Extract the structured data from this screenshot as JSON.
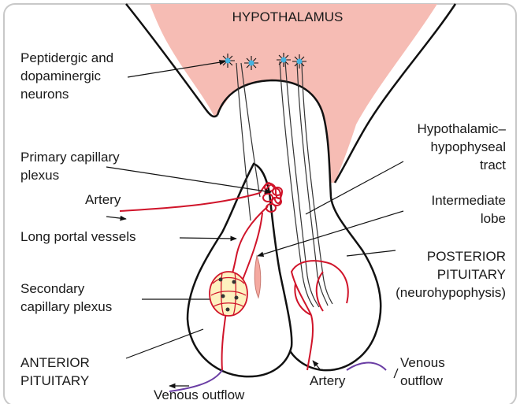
{
  "diagram": {
    "title": "HYPOTHALAMUS",
    "labels": {
      "peptidergic_1": "Peptidergic and",
      "peptidergic_2": "dopaminergic",
      "peptidergic_3": "neurons",
      "primary_1": "Primary capillary",
      "primary_2": "plexus",
      "artery_left": "Artery",
      "long_portal": "Long portal vessels",
      "secondary_1": "Secondary",
      "secondary_2": "capillary plexus",
      "anterior_1": "ANTERIOR",
      "anterior_2": "PITUITARY",
      "venous_left": "Venous outflow",
      "artery_right": "Artery",
      "venous_right_1": "Venous",
      "venous_right_2": "outflow",
      "tract_1": "Hypothalamic–",
      "tract_2": "hypophyseal",
      "tract_3": "tract",
      "intermediate_1": "Intermediate",
      "intermediate_2": "lobe",
      "posterior_1": "POSTERIOR",
      "posterior_2": "PITUITARY",
      "posterior_3": "(neurohypophysis)"
    },
    "colors": {
      "hypothalamus_fill": "#f6bcb4",
      "vessel": "#d0142a",
      "vein": "#6a3da4",
      "plexus_fill": "#fdf1c0",
      "outline": "#111111",
      "neuron_dot": "#45b3e0"
    }
  }
}
